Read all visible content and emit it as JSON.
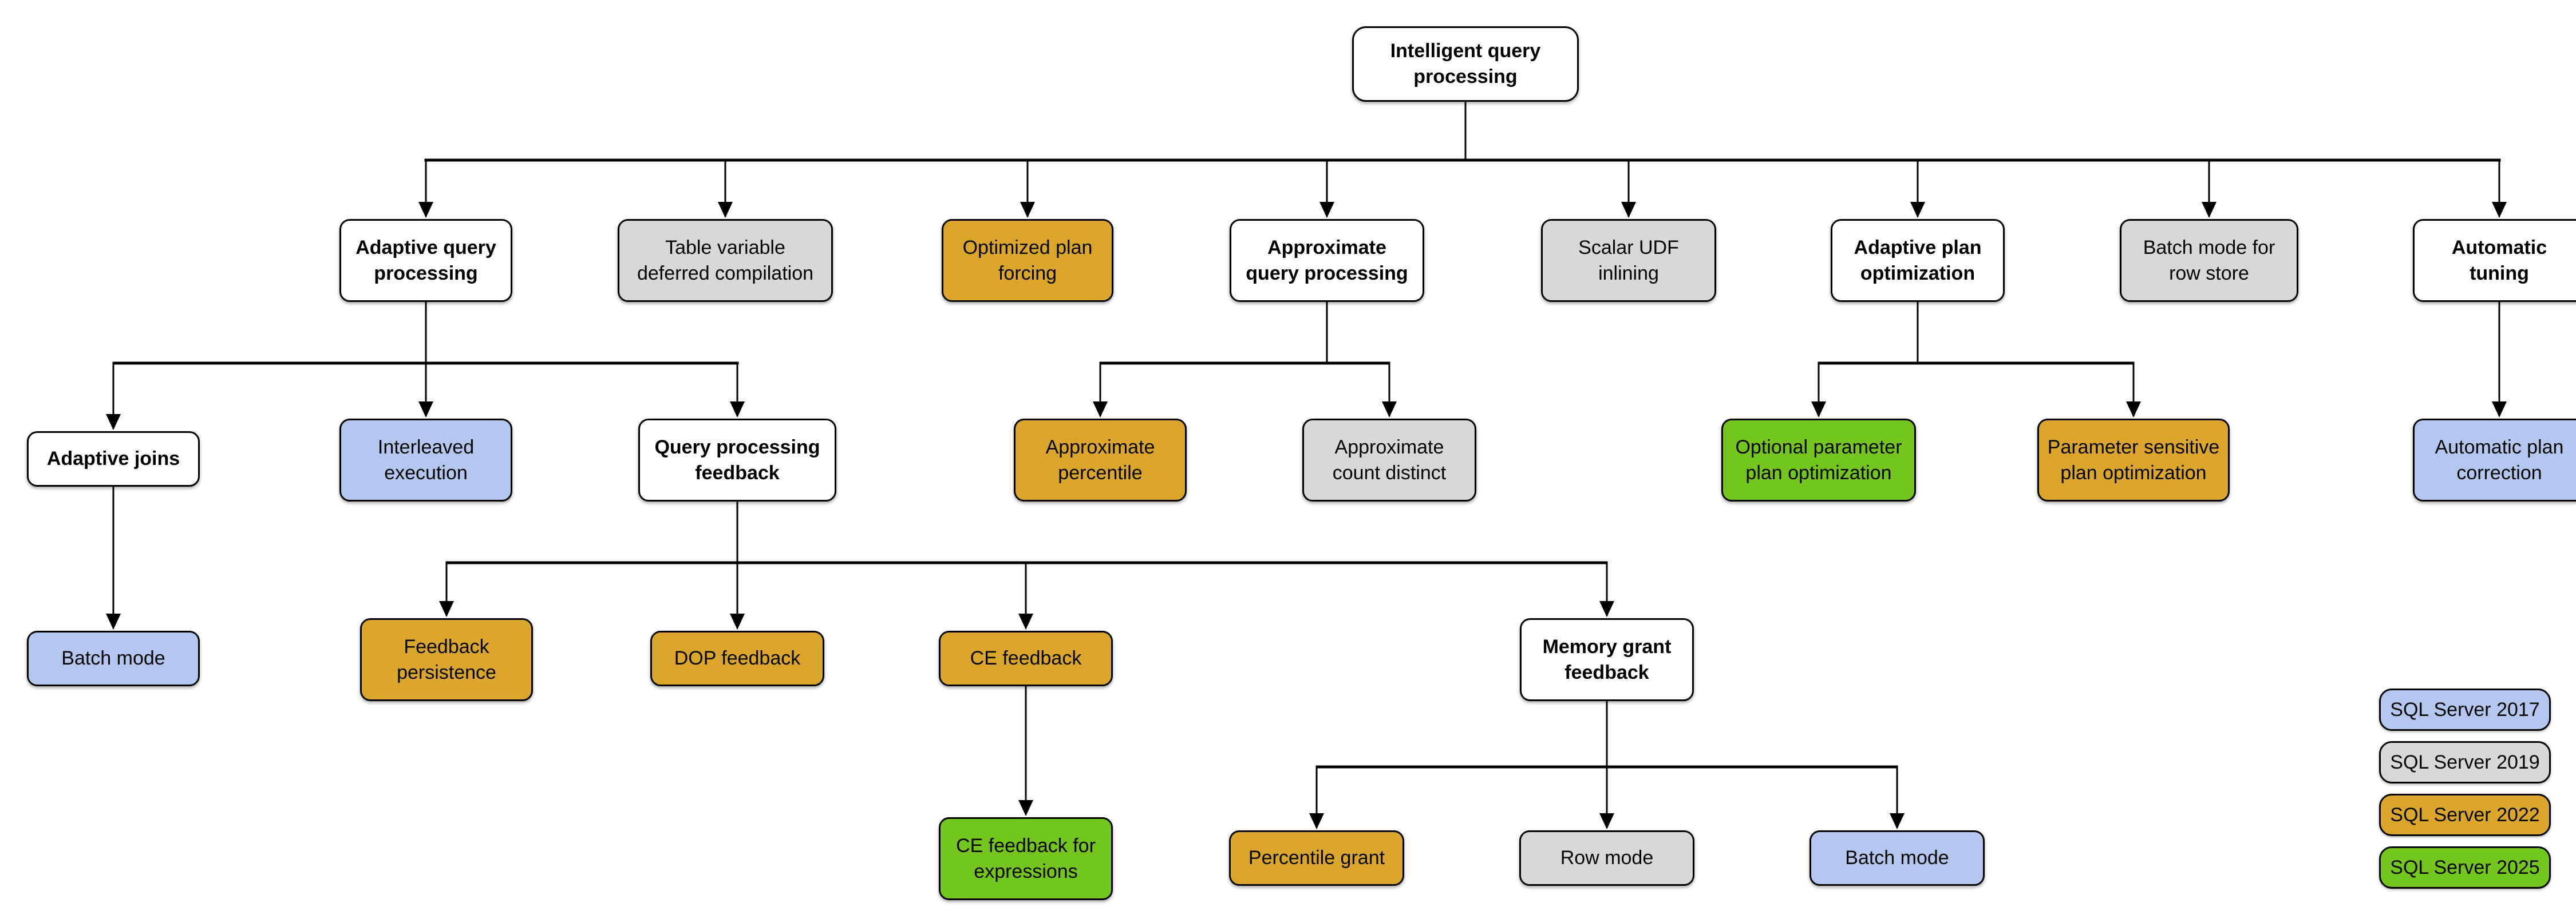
{
  "nodes": [
    {
      "id": "intelligent-query-processing",
      "label": "Intelligent query\nprocessing",
      "version": null
    },
    {
      "id": "adaptive-query-processing",
      "label": "Adaptive query\nprocessing",
      "version": null
    },
    {
      "id": "table-variable-deferred-compilation",
      "label": "Table variable\ndeferred compilation",
      "version": "2019"
    },
    {
      "id": "optimized-plan-forcing",
      "label": "Optimized plan\nforcing",
      "version": "2022"
    },
    {
      "id": "approximate-query-processing",
      "label": "Approximate\nquery processing",
      "version": null
    },
    {
      "id": "scalar-udf-inlining",
      "label": "Scalar UDF\ninlining",
      "version": "2019"
    },
    {
      "id": "adaptive-plan-optimization",
      "label": "Adaptive plan\noptimization",
      "version": null
    },
    {
      "id": "batch-mode-for-row-store",
      "label": "Batch mode for\nrow store",
      "version": "2019"
    },
    {
      "id": "automatic-tuning",
      "label": "Automatic\ntuning",
      "version": null
    },
    {
      "id": "adaptive-joins",
      "label": "Adaptive joins",
      "version": null
    },
    {
      "id": "interleaved-execution",
      "label": "Interleaved\nexecution",
      "version": "2017"
    },
    {
      "id": "query-processing-feedback",
      "label": "Query processing\nfeedback",
      "version": null
    },
    {
      "id": "approximate-percentile",
      "label": "Approximate\npercentile",
      "version": "2022"
    },
    {
      "id": "approximate-count-distinct",
      "label": "Approximate\ncount distinct",
      "version": "2019"
    },
    {
      "id": "optional-parameter-plan-optimization",
      "label": "Optional parameter\nplan optimization",
      "version": "2025"
    },
    {
      "id": "parameter-sensitive-plan-optimization",
      "label": "Parameter sensitive\nplan optimization",
      "version": "2022"
    },
    {
      "id": "automatic-plan-correction",
      "label": "Automatic plan\ncorrection",
      "version": "2017"
    },
    {
      "id": "batch-mode-adaptive-joins",
      "label": "Batch mode",
      "version": "2017"
    },
    {
      "id": "feedback-persistence",
      "label": "Feedback\npersistence",
      "version": "2022"
    },
    {
      "id": "dop-feedback",
      "label": "DOP feedback",
      "version": "2022"
    },
    {
      "id": "ce-feedback",
      "label": "CE feedback",
      "version": "2022"
    },
    {
      "id": "memory-grant-feedback",
      "label": "Memory grant\nfeedback",
      "version": null
    },
    {
      "id": "ce-feedback-for-expressions",
      "label": "CE feedback for\nexpressions",
      "version": "2025"
    },
    {
      "id": "percentile-grant",
      "label": "Percentile grant",
      "version": "2022"
    },
    {
      "id": "row-mode",
      "label": "Row mode",
      "version": "2019"
    },
    {
      "id": "batch-mode-memory-grant",
      "label": "Batch mode",
      "version": "2017"
    }
  ],
  "legend": [
    {
      "id": "sql-server-2017",
      "label": "SQL Server 2017",
      "version": "2017"
    },
    {
      "id": "sql-server-2019",
      "label": "SQL Server 2019",
      "version": "2019"
    },
    {
      "id": "sql-server-2022",
      "label": "SQL Server 2022",
      "version": "2022"
    },
    {
      "id": "sql-server-2025",
      "label": "SQL Server 2025",
      "version": "2025"
    }
  ],
  "colors": {
    "v2017": "#B4C7F0",
    "v2019": "#D8D8D8",
    "v2022": "#DBA62B",
    "v2025": "#72C61E",
    "plain": "#FFFFFF",
    "line": "#000000"
  }
}
